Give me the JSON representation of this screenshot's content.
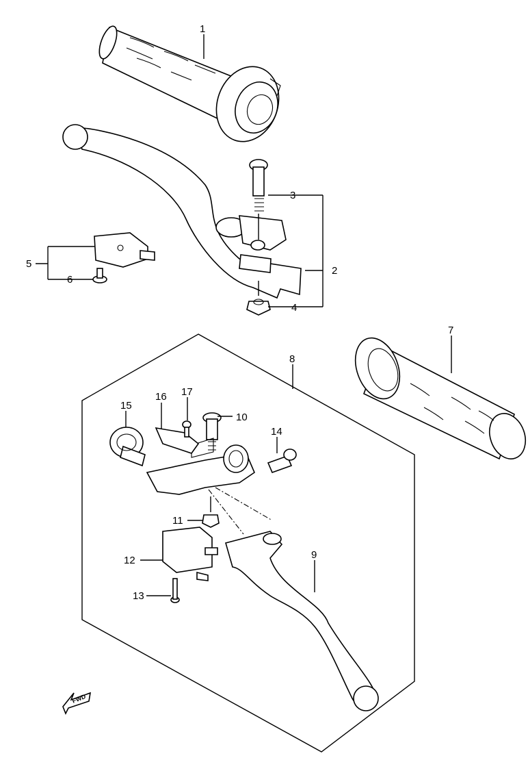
{
  "callouts": {
    "c1": "1",
    "c2": "2",
    "c3": "3",
    "c4": "4",
    "c5": "5",
    "c6": "6",
    "c7": "7",
    "c8": "8",
    "c9": "9",
    "c10": "10",
    "c11": "11",
    "c12": "12",
    "c13": "13",
    "c14": "14",
    "c15": "15",
    "c16": "16",
    "c17": "17"
  },
  "direction_marker": "FWD"
}
